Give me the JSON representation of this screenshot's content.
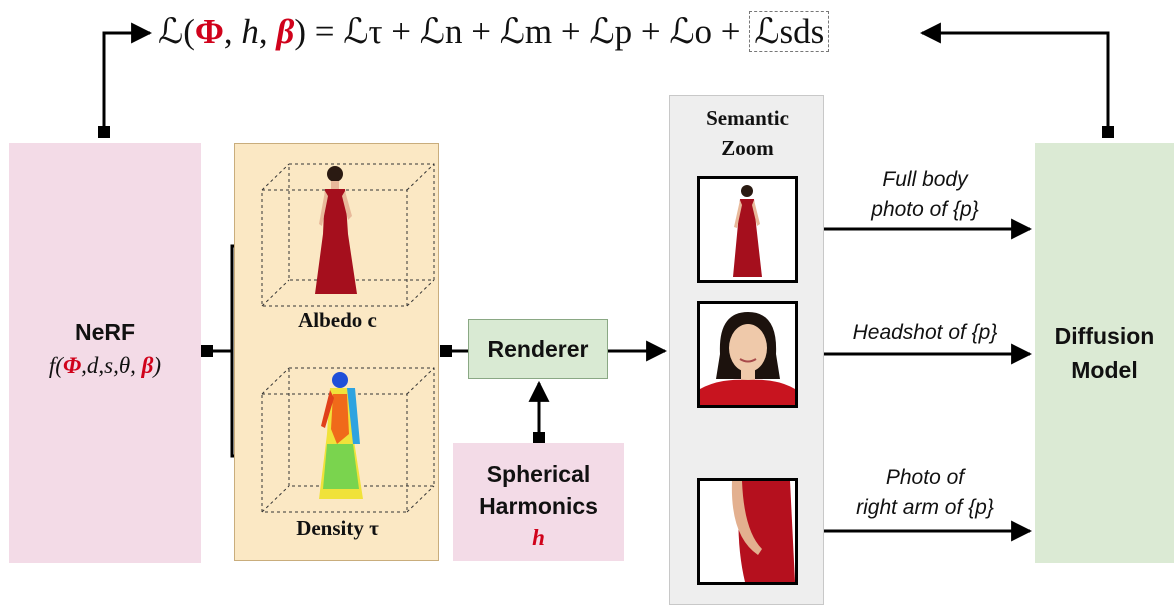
{
  "loss": {
    "lhs_L": "ℒ(",
    "lhs_phi": "Φ",
    "lhs_sep1": ", ",
    "lhs_h": "h",
    "lhs_sep2": ", ",
    "lhs_beta": "β",
    "lhs_close": ")",
    "eq": " = ",
    "terms": "ℒτ + ℒn + ℒm + ℒp + ℒo + ",
    "sds": "ℒsds"
  },
  "nerf": {
    "title": "NeRF",
    "func_f": "f(",
    "func_phi": "Φ",
    "func_mid": ",d,s,θ, ",
    "func_beta": "β",
    "func_close": ")"
  },
  "field": {
    "albedo_label": "Albedo c",
    "density_label": "Density τ"
  },
  "renderer": {
    "label": "Renderer"
  },
  "spherical": {
    "line1": "Spherical",
    "line2": "Harmonics",
    "symbol": "h"
  },
  "zoom": {
    "title_line1": "Semantic",
    "title_line2": "Zoom"
  },
  "prompts": {
    "p1_line1": "Full body",
    "p1_line2": "photo of {p}",
    "p2": "Headshot of {p}",
    "p3_line1": "Photo of",
    "p3_line2": "right arm of {p}"
  },
  "diffusion": {
    "line1": "Diffusion",
    "line2": "Model"
  },
  "colors": {
    "accent_red": "#d0021b",
    "nerf_bg": "#f3dbe7",
    "field_bg": "#fbe8c4",
    "green_bg": "#dbead4"
  }
}
